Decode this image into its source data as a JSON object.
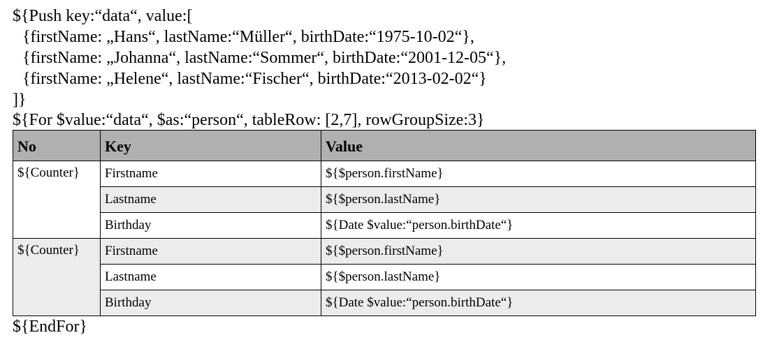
{
  "code": {
    "push_line": "${Push key:“data“, value:[",
    "entries": [
      "{firstName: „Hans“, lastName:“Müller“, birthDate:“1975-10-02“},",
      "{firstName: „Johanna“, lastName:“Sommer“, birthDate:“2001-12-05“},",
      "{firstName: „Helene“, lastName:“Fischer“, birthDate:“2013-02-02“}"
    ],
    "close_line": "]}",
    "for_line": "${For $value:“data“, $as:“person“, tableRow: [2,7], rowGroupSize:3}",
    "endfor_line": "${EndFor}"
  },
  "table": {
    "headers": [
      "No",
      "Key",
      "Value"
    ],
    "groups": [
      {
        "counter": "${Counter}",
        "rows": [
          {
            "key": "Firstname",
            "value": "${$person.firstName}"
          },
          {
            "key": "Lastname",
            "value": "${$person.lastName}"
          },
          {
            "key": "Birthday",
            "value": "${Date $value:“person.birthDate“}"
          }
        ]
      },
      {
        "counter": "${Counter}",
        "rows": [
          {
            "key": "Firstname",
            "value": "${$person.firstName}"
          },
          {
            "key": "Lastname",
            "value": "${$person.lastName}"
          },
          {
            "key": "Birthday",
            "value": "${Date $value:“person.birthDate“}"
          }
        ]
      }
    ]
  },
  "colors": {
    "header_bg": "#b0b0b0",
    "shaded_row_bg": "#ececec",
    "border": "#000000"
  }
}
